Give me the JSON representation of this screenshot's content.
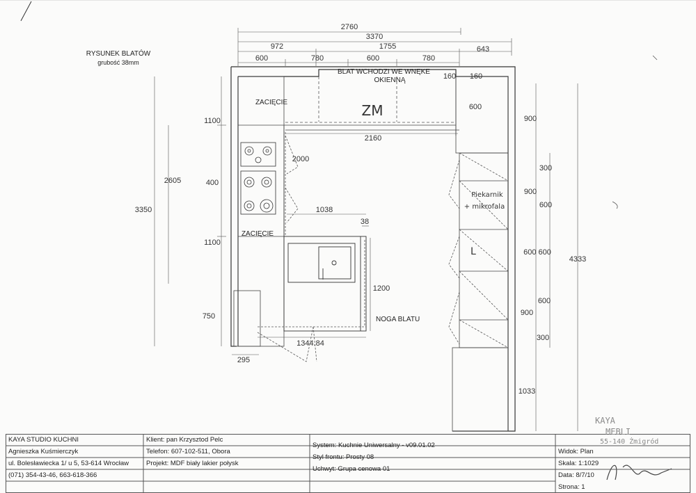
{
  "drawing": {
    "title": "RYSUNEK BLATÓW",
    "subtitle": "grubość 38mm",
    "top_dims": {
      "row1": "2760",
      "row2": "3370",
      "row3": [
        "972",
        "1755",
        "643"
      ],
      "row4": [
        "600",
        "780",
        "600",
        "780"
      ]
    },
    "left_dims": {
      "outer": "3350",
      "inner": "2605",
      "segments": [
        "1100",
        "400",
        "1100",
        "750"
      ],
      "bottom": "295"
    },
    "right_dims": {
      "outer": "4333",
      "segments_a": [
        "900",
        "900",
        "600 600",
        "900"
      ],
      "segments_b": [
        "300",
        "600",
        "600",
        "300"
      ],
      "top_small": "600",
      "bottom": "1033"
    },
    "notes": {
      "window": "BLAT WCHODZI WE WNĘKE\nOKIENNĄ",
      "window_line1": "BLAT WCHODZI WE WNĘKE",
      "window_line2": "OKIENNĄ",
      "w160a": "160",
      "w160b": "160",
      "cut_top": "ZACIĘCIE",
      "cut_bottom": "ZACIĘCIE",
      "zm": "ZM",
      "w2160": "2160",
      "w2000": "2000",
      "w1038": "1038",
      "w38": "38",
      "w1200": "1200",
      "leg": "NOGA BLATU",
      "w1344": "1344.84",
      "hand_right_1": "Piekarnik",
      "hand_right_2": "+ mikrofala",
      "hand_L": "L"
    }
  },
  "title_block": {
    "company": "KAYA STUDIO KUCHNI",
    "person": "Agnieszka Kuśmierczyk",
    "address": "ul. Bolesławiecka 1/ u 5, 53-614 Wrocław",
    "phones": "(071) 354-43-46, 663-618-366",
    "client": "Klient: pan Krzysztod Pelc",
    "phone": "Telefon: 607-102-511, Obora",
    "project": "Projekt: MDF biały lakier połysk",
    "system": "System: Kuchnie Uniwersalny - v09.01.02",
    "style": "Styl frontu: Prosty 08",
    "handle": "Uchwyt: Grupa cenowa 01",
    "view": "Widok: Plan",
    "scale": "Skala: 1:1029",
    "date": "Data: 8/7/10",
    "page": "Strona: 1"
  },
  "stamp": {
    "line1": "KAYA",
    "line2": "MEBLI",
    "line3": "55-140 Żmigród"
  },
  "colors": {
    "line": "#333333",
    "paper": "#fbfbfa"
  }
}
